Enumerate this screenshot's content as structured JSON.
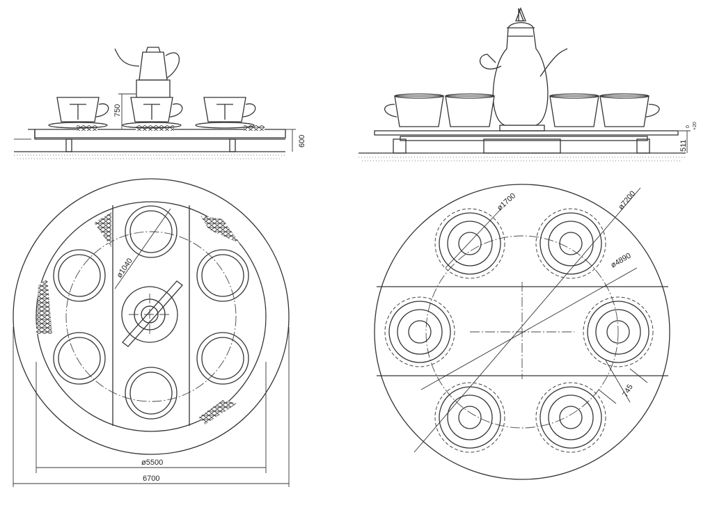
{
  "dimensions": {
    "side_left_height": "750",
    "side_left_base": "600",
    "side_right_base": "511",
    "side_right_tol_top": "0",
    "side_right_tol_bottom": "+20",
    "plan_left_seat_circle": "ø1040",
    "plan_left_inner_dia": "ø5500",
    "plan_left_outer": "6700",
    "plan_right_cup_dia": "ø1700",
    "plan_right_outer_dia": "ø7200",
    "plan_right_pitch_dia": "ø4890",
    "plan_right_offset": "745"
  },
  "colors": {
    "line": "#333333",
    "background": "#ffffff"
  }
}
